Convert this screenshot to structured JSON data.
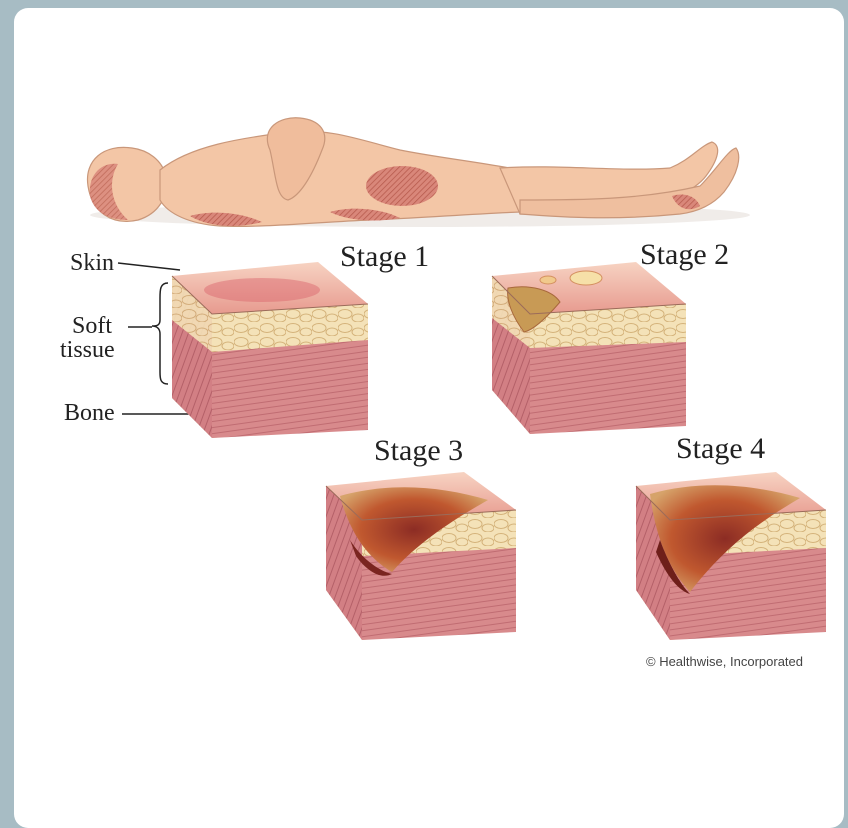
{
  "labels": {
    "skin": "Skin",
    "soft_tissue": "Soft\ntissue",
    "soft_line1": "Soft",
    "soft_line2": "tissue",
    "bone": "Bone"
  },
  "stages": [
    {
      "label": "Stage 1"
    },
    {
      "label": "Stage 2"
    },
    {
      "label": "Stage 3"
    },
    {
      "label": "Stage 4"
    }
  ],
  "copyright": "© Healthwise, Incorporated",
  "colors": {
    "background": "#a7bcc4",
    "card": "#ffffff",
    "skin": "#f3c6a6",
    "pressure_area": "#c96a5a",
    "muscle": "#d9868a",
    "fat": "#f2dcae",
    "bone": "#d8d0a8",
    "wound": "#b84a3a"
  }
}
